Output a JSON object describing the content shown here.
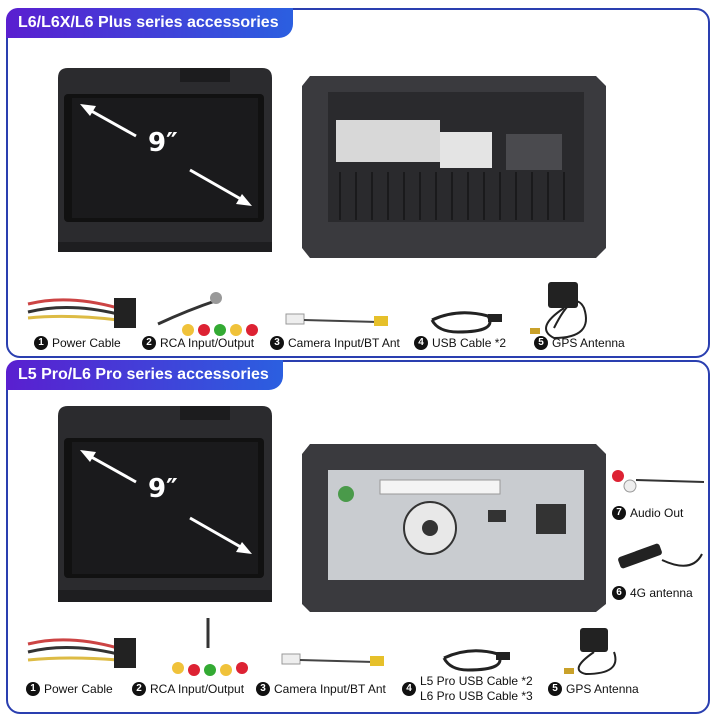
{
  "top": {
    "title": "L6/L6X/L6 Plus series accessories",
    "screen_size": "9″",
    "items": [
      {
        "num": "1",
        "label": "Power Cable"
      },
      {
        "num": "2",
        "label": "RCA Input/Output"
      },
      {
        "num": "3",
        "label": "Camera Input/BT Ant"
      },
      {
        "num": "4",
        "label": "USB Cable *2"
      },
      {
        "num": "5",
        "label": "GPS Antenna"
      }
    ]
  },
  "bottom": {
    "title": "L5 Pro/L6 Pro series accessories",
    "screen_size": "9″",
    "items": [
      {
        "num": "1",
        "label": "Power Cable"
      },
      {
        "num": "2",
        "label": "RCA Input/Output"
      },
      {
        "num": "3",
        "label": "Camera Input/BT Ant"
      },
      {
        "num": "4",
        "label": "L5 Pro USB Cable *2",
        "label2": "L6 Pro USB Cable *3"
      },
      {
        "num": "5",
        "label": "GPS Antenna"
      },
      {
        "num": "6",
        "label": "4G antenna"
      },
      {
        "num": "7",
        "label": "Audio Out"
      }
    ]
  },
  "colors": {
    "accent_start": "#5a1fd0",
    "accent_end": "#2b5fe0",
    "border": "#2a3fb0"
  }
}
